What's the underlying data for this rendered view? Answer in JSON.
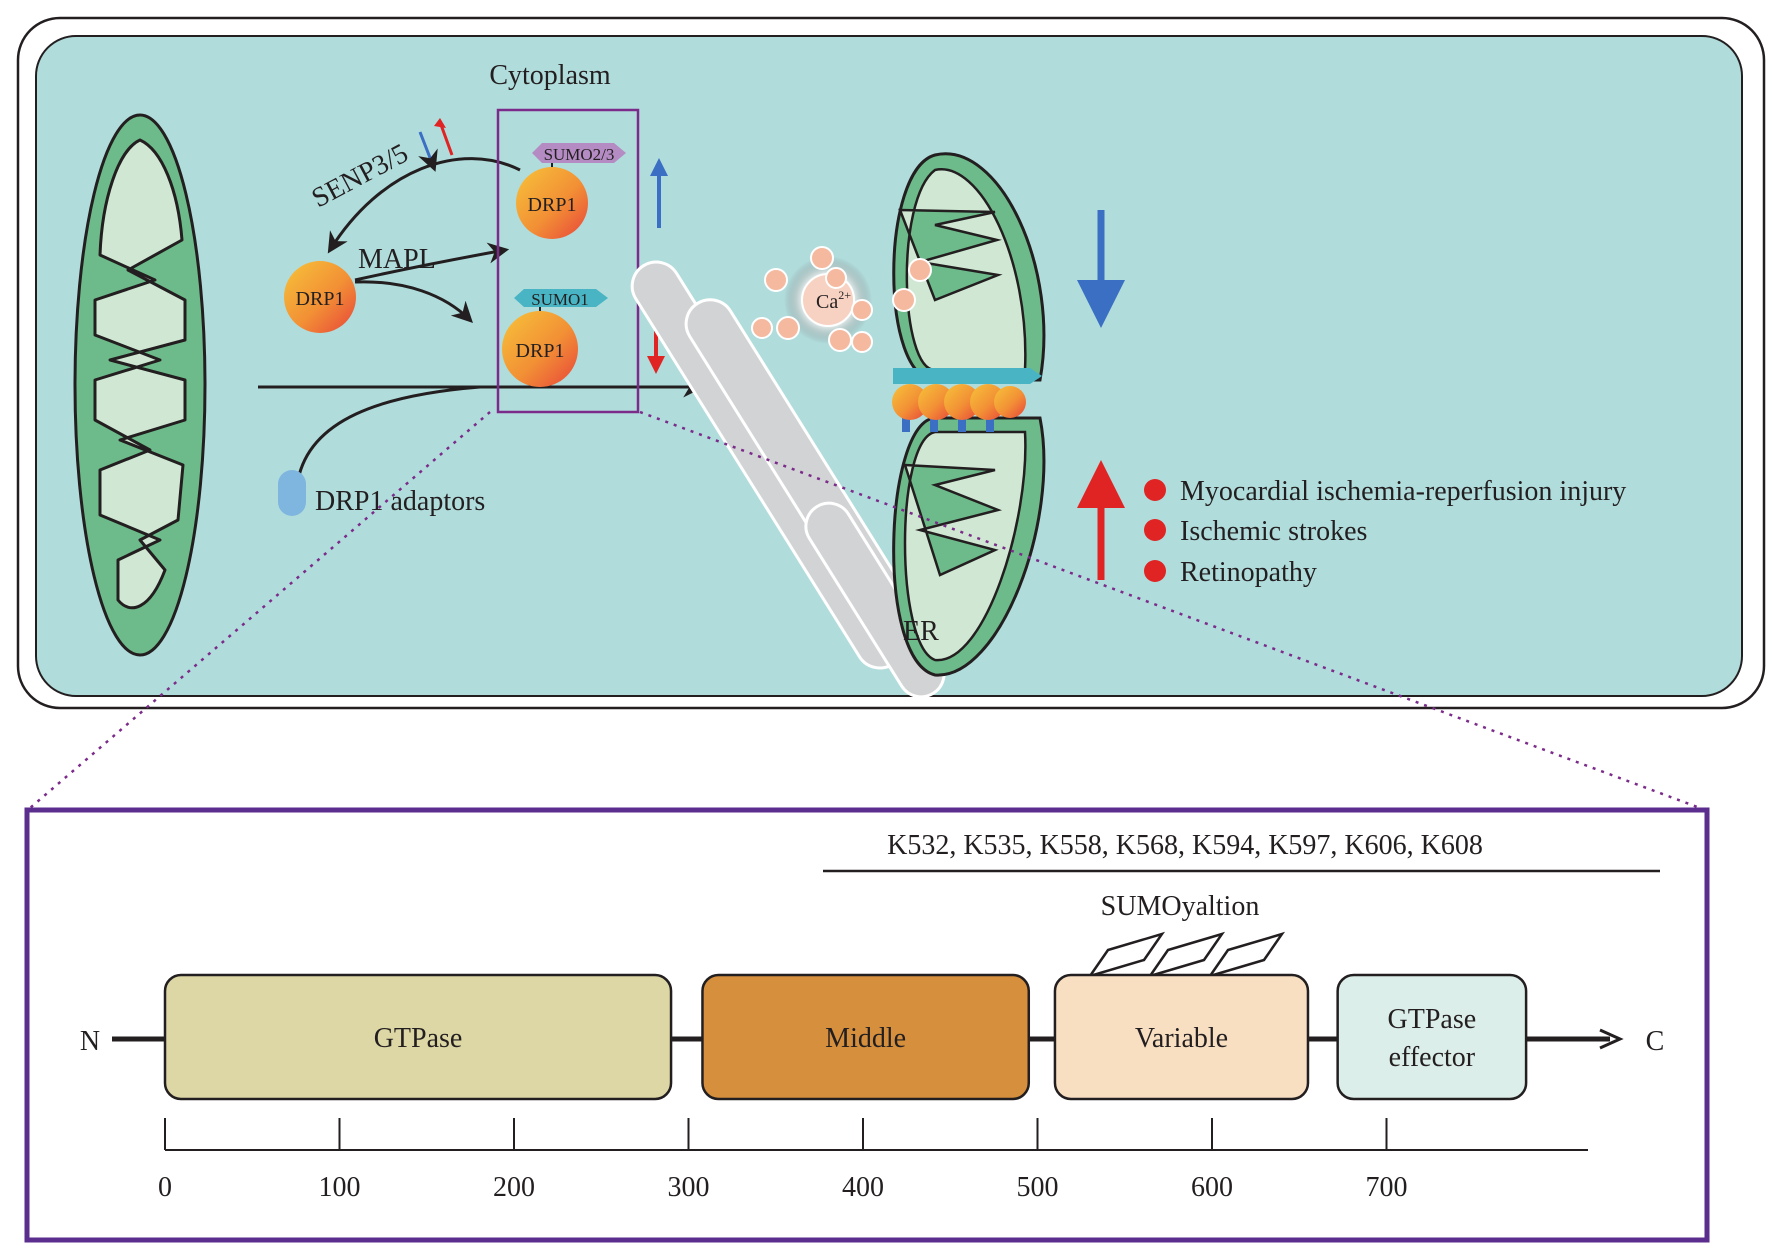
{
  "top_panel": {
    "cytoplasm_label": "Cytoplasm",
    "senp_label": "SENP3/5",
    "mapl_label": "MAPL",
    "drp1_label": "DRP1",
    "sumo23_label": "SUMO2/3",
    "sumo1_label": "SUMO1",
    "adaptors_label": "DRP1 adaptors",
    "calcium_label": "Ca",
    "calcium_superscript": "2+",
    "er_label": "ER",
    "diseases": [
      "Myocardial ischemia-reperfusion injury",
      "Ischemic strokes",
      "Retinopathy"
    ],
    "colors": {
      "cell_fill": "#b1dcdc",
      "mito_outer": "#6dbb8a",
      "mito_inner": "#d0e8d3",
      "up_arrow_blue": "#3b6fc4",
      "down_arrow_red": "#e02424",
      "box_purple": "#7b2c8a",
      "disease_dot": "#e02424"
    }
  },
  "bottom_panel": {
    "sites_label": "K532, K535, K558, K568, K594, K597, K606, K608",
    "sumoylation_label": "SUMOyaltion",
    "n_label": "N",
    "c_label": "C",
    "domains": [
      {
        "name": "GTPase",
        "start": 0,
        "end": 290,
        "color": "#ddd7a5"
      },
      {
        "name": "Middle",
        "start": 308,
        "end": 495,
        "color": "#d58f3d"
      },
      {
        "name": "Variable",
        "start": 510,
        "end": 655,
        "color": "#f8dfc2"
      },
      {
        "name": "GTPase effector",
        "start": 672,
        "end": 780,
        "color": "#dceee9"
      }
    ],
    "axis_ticks": [
      "0",
      "100",
      "200",
      "300",
      "400",
      "500",
      "600",
      "700"
    ],
    "colors": {
      "frame": "#5b2d8e"
    }
  }
}
